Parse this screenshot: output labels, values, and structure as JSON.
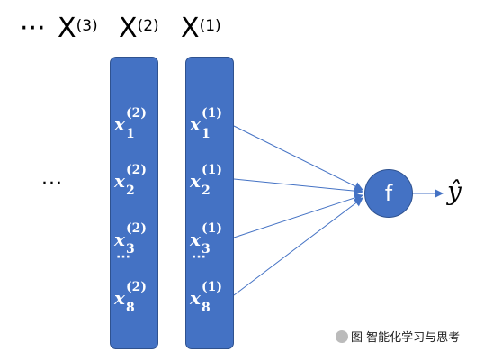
{
  "header": {
    "ellipsis": "···",
    "labels": [
      {
        "base": "X",
        "sup": "(3)"
      },
      {
        "base": "X",
        "sup": "(2)"
      },
      {
        "base": "X",
        "sup": "(1)"
      }
    ]
  },
  "left_ellipsis": "···",
  "columns": [
    {
      "vars": [
        {
          "base": "x",
          "sup": "(2)",
          "sub": "1"
        },
        {
          "base": "x",
          "sup": "(2)",
          "sub": "2"
        },
        {
          "base": "x",
          "sup": "(2)",
          "sub": "3"
        },
        {
          "base": "x",
          "sup": "(2)",
          "sub": "8"
        }
      ],
      "dots": "···"
    },
    {
      "vars": [
        {
          "base": "x",
          "sup": "(1)",
          "sub": "1"
        },
        {
          "base": "x",
          "sup": "(1)",
          "sub": "2"
        },
        {
          "base": "x",
          "sup": "(1)",
          "sub": "3"
        },
        {
          "base": "x",
          "sup": "(1)",
          "sub": "8"
        }
      ],
      "dots": "···"
    }
  ],
  "node_label": "f",
  "output_label": "ŷ",
  "watermark": "图 智能化学习与思考",
  "colors": {
    "box": "#4472c4",
    "border": "#2f528f",
    "arrow": "#4472c4"
  }
}
